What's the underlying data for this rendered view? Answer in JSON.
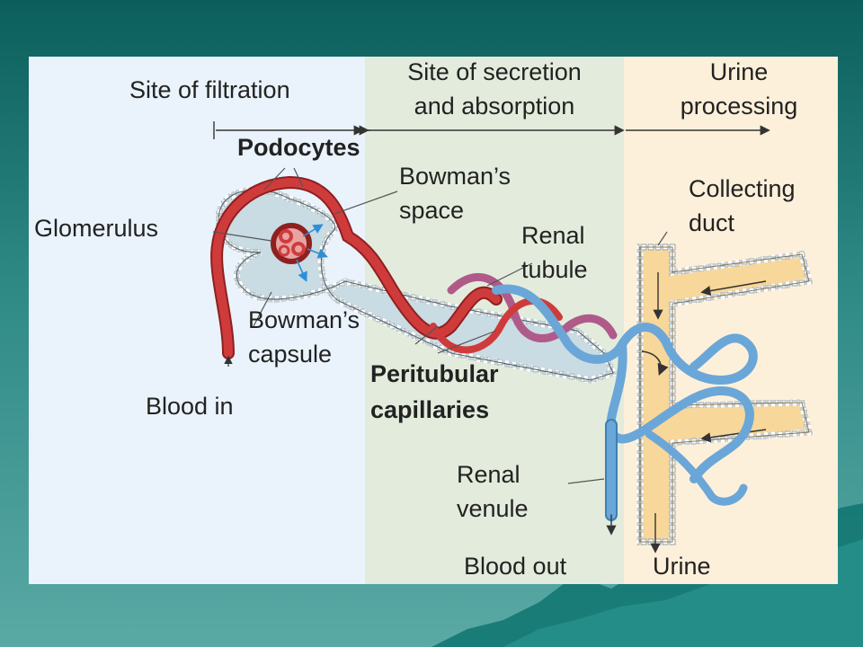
{
  "colors": {
    "slide_top": "#0b5e5b",
    "slide_bottom": "#5aa9a5",
    "filtration_zone": "#eaf3fb",
    "secretion_zone": "#e3ecdc",
    "urine_zone": "#fdf0da",
    "artery_red": "#cf3b3b",
    "venule_blue": "#6aa7d8",
    "tubule_light": "#c9dbe3",
    "duct_yellow": "#f8d79a",
    "arrow_blue": "#2e8fd6",
    "text": "#222222"
  },
  "zones": {
    "filtration": "Site of filtration",
    "secretion": [
      "Site of secretion",
      "and absorption"
    ],
    "urine": [
      "Urine",
      "processing"
    ]
  },
  "labels": {
    "podocytes": "Podocytes",
    "glomerulus": "Glomerulus",
    "bowmans_space": [
      "Bowman’s",
      "space"
    ],
    "renal_tubule": [
      "Renal",
      "tubule"
    ],
    "collecting_duct": [
      "Collecting",
      "duct"
    ],
    "bowmans_capsule": [
      "Bowman’s",
      "capsule"
    ],
    "blood_in": "Blood in",
    "peritubular_capillaries": [
      "Peritubular",
      "capillaries"
    ],
    "renal_venule": [
      "Renal",
      "venule"
    ],
    "blood_out": "Blood out",
    "urine": "Urine"
  }
}
